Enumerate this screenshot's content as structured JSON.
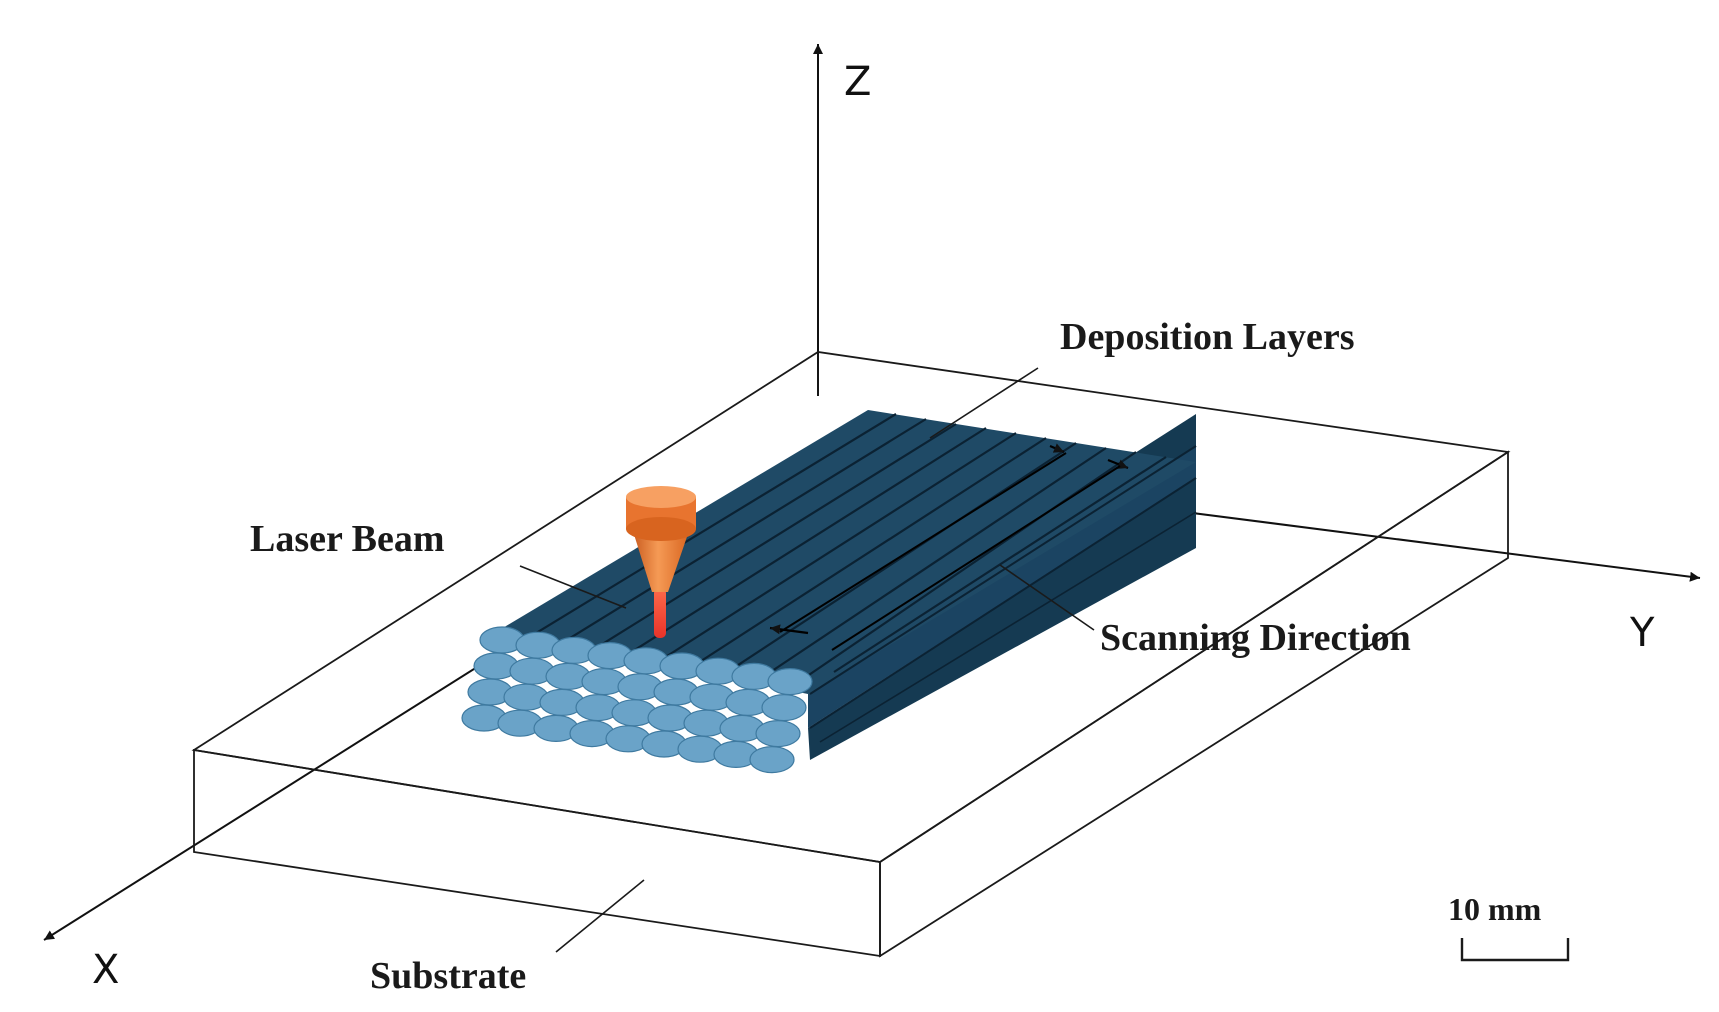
{
  "axes": {
    "x": "X",
    "y": "Y",
    "z": "Z"
  },
  "labels": {
    "deposition_layers": "Deposition Layers",
    "laser_beam": "Laser Beam",
    "scanning_direction": "Scanning Direction",
    "substrate": "Substrate"
  },
  "scale_bar": {
    "label": "10 mm"
  },
  "colors": {
    "layer_top": "#1f4a66",
    "layer_dark": "#153a52",
    "bead_end": "#6aa3c8",
    "nozzle": "#f07a33",
    "beam": "#e8332a"
  }
}
